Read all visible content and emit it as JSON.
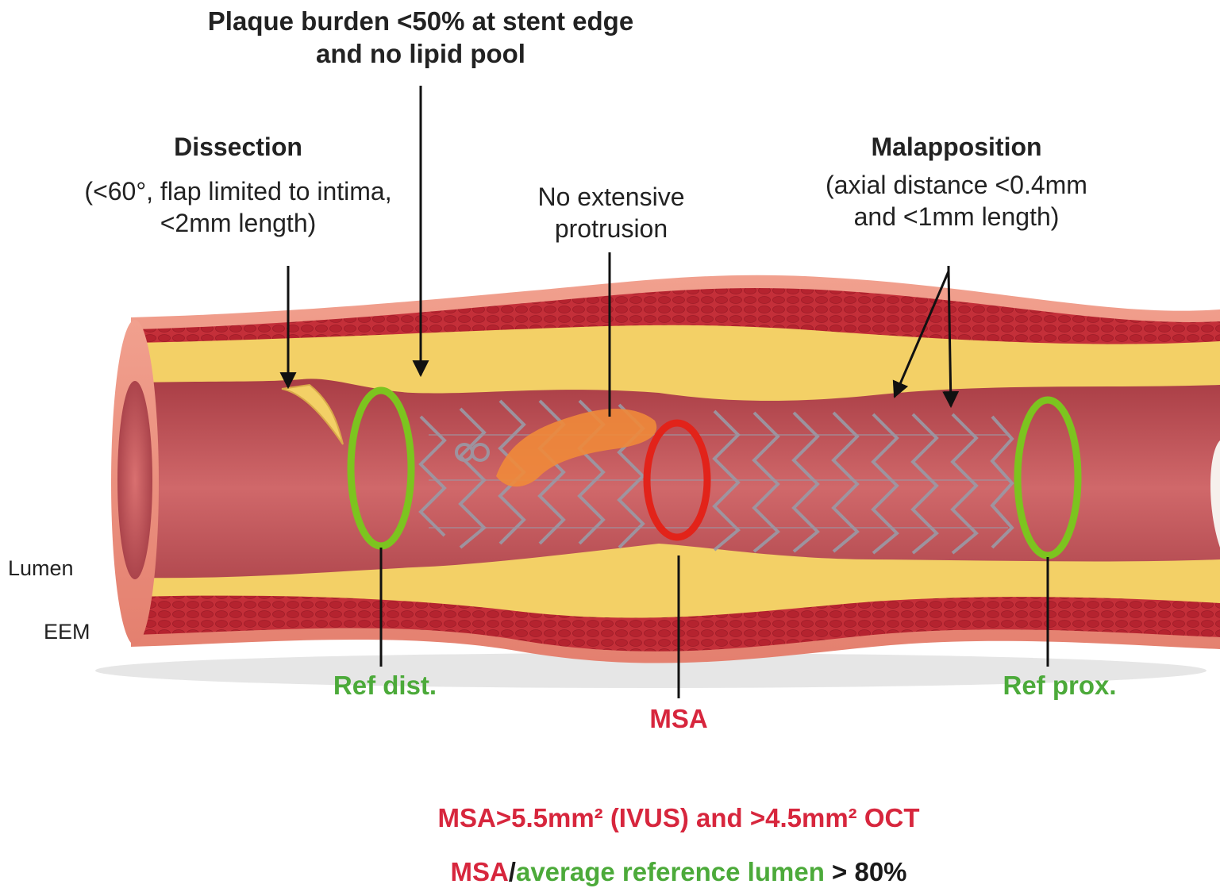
{
  "annotations": {
    "plaque": {
      "line1": "Plaque burden <50% at stent edge",
      "line2": "and no lipid pool"
    },
    "dissection": {
      "title": "Dissection",
      "line1": "(<60°, flap limited to intima,",
      "line2": "<2mm length)"
    },
    "protrusion": {
      "line1": "No extensive",
      "line2": "protrusion"
    },
    "malapposition": {
      "title": "Malapposition",
      "line1": "(axial distance <0.4mm",
      "line2": "and <1mm length)"
    }
  },
  "side_labels": {
    "lumen": "Lumen",
    "eem": "EEM"
  },
  "ring_labels": {
    "ref_dist": "Ref dist.",
    "msa": "MSA",
    "ref_prox": "Ref prox."
  },
  "criteria": {
    "line1": "MSA>5.5mm² (IVUS) and >4.5mm² OCT",
    "line2_msa": "MSA",
    "line2_slash": "/",
    "line2_avg": "average reference lumen",
    "line2_value": " > 80%"
  },
  "colors": {
    "adventitia": "#e98b7a",
    "media": "#c9303a",
    "plaque": "#f3d066",
    "lumen": "#c45458",
    "ref_ring": "#7cc41f",
    "msa_ring": "#e2231a",
    "protrusion": "#f08a3a",
    "label_green": "#4caa3a",
    "label_red": "#d7263d"
  }
}
